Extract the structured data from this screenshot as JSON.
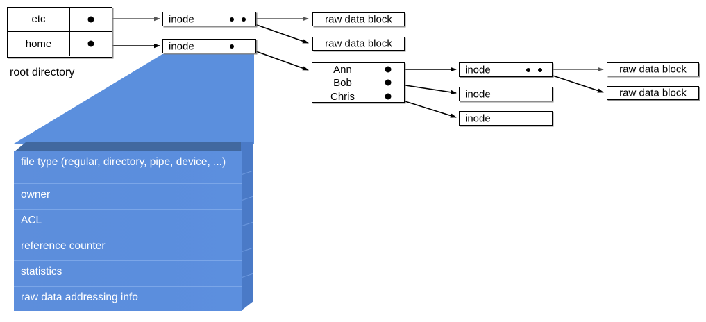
{
  "diagram": {
    "title": "unix-inode-filesystem-diagram",
    "colors": {
      "panel_face": "#5b8fdd",
      "panel_side_dark": "#3f6ab4",
      "panel_top_dark": "#41689f",
      "funnel": "#5b8fdd",
      "line": "#000000",
      "box_fill": "#ffffff",
      "text_on_panel": "#ffffff"
    },
    "root_directory": {
      "caption": "root directory",
      "entries": [
        {
          "name": "etc",
          "pointer": "dot"
        },
        {
          "name": "home",
          "pointer": "dot"
        }
      ]
    },
    "home_directory": {
      "entries": [
        {
          "name": "Ann",
          "pointer": "dot"
        },
        {
          "name": "Bob",
          "pointer": "dot"
        },
        {
          "name": "Chris",
          "pointer": "dot"
        }
      ]
    },
    "inodes": [
      {
        "id": "inode-etc",
        "label": "inode",
        "pointer_count": 2
      },
      {
        "id": "inode-home",
        "label": "inode",
        "pointer_count": 1
      },
      {
        "id": "inode-ann",
        "label": "inode",
        "pointer_count": 2
      },
      {
        "id": "inode-bob",
        "label": "inode",
        "pointer_count": 0
      },
      {
        "id": "inode-chris",
        "label": "inode",
        "pointer_count": 0
      }
    ],
    "raw_data_blocks": [
      {
        "id": "raw-etc-1",
        "label": "raw data block"
      },
      {
        "id": "raw-etc-2",
        "label": "raw data block"
      },
      {
        "id": "raw-ann-1",
        "label": "raw data block"
      },
      {
        "id": "raw-ann-2",
        "label": "raw data block"
      }
    ],
    "inode_detail_panel": {
      "rows": [
        "file type (regular, directory, pipe, device, ...)",
        "owner",
        "ACL",
        "reference counter",
        "statistics",
        "raw data addressing info"
      ]
    }
  }
}
